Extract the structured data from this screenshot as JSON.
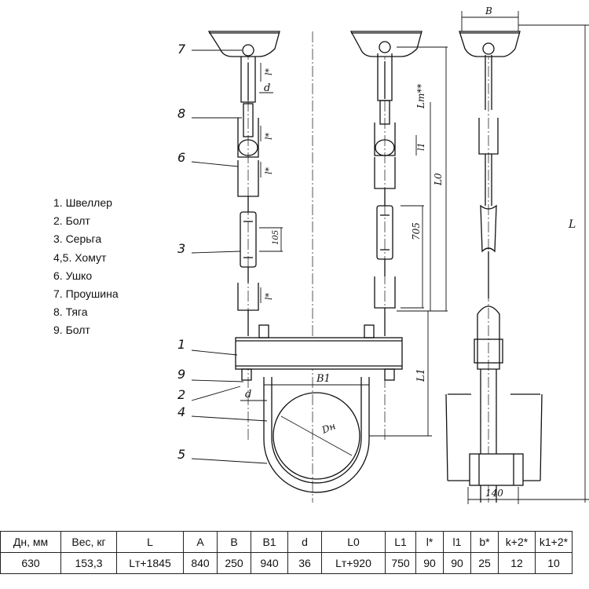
{
  "legend": [
    "1. Швеллер",
    "2. Болт",
    "3. Серьга",
    "4,5. Хомут",
    "6. Ушко",
    "7. Проушина",
    "8. Тяга",
    "9. Болт"
  ],
  "callouts": [
    "7",
    "8",
    "6",
    "3",
    "1",
    "9",
    "2",
    "4",
    "5"
  ],
  "dims": {
    "B": "B",
    "B1": "B1",
    "d_top": "d",
    "d_low": "d",
    "l_1": "l*",
    "l_2": "l*",
    "l_3": "l*",
    "l_4": "l*",
    "Lt": "Lт**",
    "l1": "l1",
    "L0": "L0",
    "dim705": "705",
    "dim105": "105",
    "L1": "L1",
    "L": "L",
    "Dn": "Dн",
    "dim140": "140"
  },
  "table": {
    "headers": [
      "Дн, мм",
      "Вес, кг",
      "L",
      "A",
      "B",
      "B1",
      "d",
      "L0",
      "L1",
      "l*",
      "l1",
      "b*",
      "k+2*",
      "k1+2*"
    ],
    "rows": [
      [
        "630",
        "153,3",
        "Lт+1845",
        "840",
        "250",
        "940",
        "36",
        "Lт+920",
        "750",
        "90",
        "90",
        "25",
        "12",
        "10"
      ]
    ]
  }
}
